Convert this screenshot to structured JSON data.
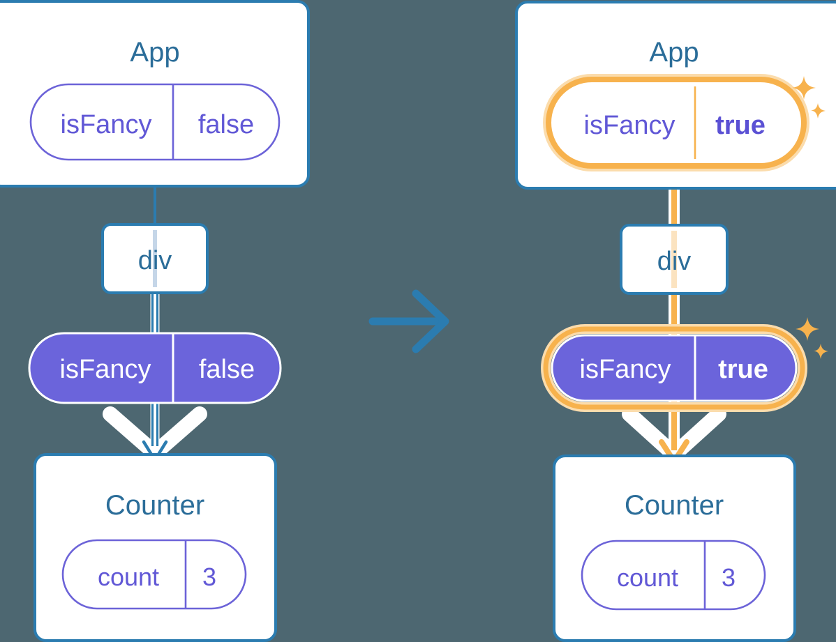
{
  "diagram": {
    "title": "React state propagation diagram",
    "background_color": "#4d6771",
    "transition_arrow_icon": "right-arrow-icon",
    "colors": {
      "box_border_blue": "#2b7cb0",
      "box_fill_white": "#ffffff",
      "text_blue": "#2b6d99",
      "pill_purple_stroke": "#6c63d8",
      "pill_purple_fill": "#6b64db",
      "pill_text_purple": "#6158d6",
      "pill_text_white": "#ffffff",
      "highlight_orange": "#f7b24d",
      "highlight_orange_glow": "#fbdcac",
      "line_blue": "#2b7cb0",
      "line_light_blue": "#c5d6e8",
      "line_light_orange": "#fbe3c0",
      "arrow_white_outline": "#ffffff"
    }
  },
  "panels": [
    {
      "id": "before",
      "name": "before-state-panel",
      "app_box": {
        "label": "App",
        "pill": {
          "key": "isFancy",
          "value": "false",
          "style": "outline-purple",
          "highlighted": false,
          "value_bold": false
        }
      },
      "div_box": {
        "label": "div"
      },
      "props_pill": {
        "key": "isFancy",
        "value": "false",
        "style": "filled-purple",
        "highlighted": false,
        "value_bold": false
      },
      "counter_box": {
        "label": "Counter",
        "pill": {
          "key": "count",
          "value": "3",
          "style": "outline-purple",
          "highlighted": false,
          "value_bold": false
        }
      },
      "connector_color": "#2b7cb0",
      "sparkles": false
    },
    {
      "id": "after",
      "name": "after-state-panel",
      "app_box": {
        "label": "App",
        "pill": {
          "key": "isFancy",
          "value": "true",
          "style": "outline-purple",
          "highlighted": true,
          "value_bold": true
        }
      },
      "div_box": {
        "label": "div"
      },
      "props_pill": {
        "key": "isFancy",
        "value": "true",
        "style": "filled-purple",
        "highlighted": true,
        "value_bold": true
      },
      "counter_box": {
        "label": "Counter",
        "pill": {
          "key": "count",
          "value": "3",
          "style": "outline-purple",
          "highlighted": false,
          "value_bold": false
        }
      },
      "connector_color": "#f7b24d",
      "sparkles": true,
      "sparkle_icons": [
        "sparkle-large-icon",
        "sparkle-small-icon"
      ]
    }
  ]
}
